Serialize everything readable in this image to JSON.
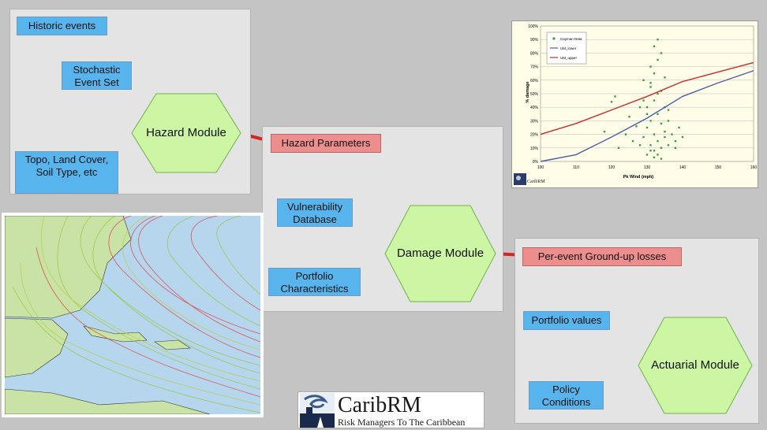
{
  "hazard": {
    "historic": "Historic events",
    "stochastic": "Stochastic\nEvent Set",
    "topo": "Topo, Land Cover,\nSoil Type, etc",
    "module": "Hazard Module"
  },
  "damage": {
    "parameters": "Hazard Parameters",
    "vulnerability": "Vulnerability\nDatabase",
    "portfolio_char": "Portfolio\nCharacteristics",
    "module": "Damage Module"
  },
  "actuarial": {
    "losses": "Per-event Ground-up losses",
    "portfolio_values": "Portfolio values",
    "policy": "Policy\nConditions",
    "module": "Actuarial Module"
  },
  "logo": {
    "brand": "CaribRM",
    "tagline": "Risk Managers To The Caribbean"
  },
  "colors": {
    "hexagon": "#ccf5a4",
    "blue_box": "#58b4ec",
    "red_box": "#ec8e8e",
    "connector_red": "#d42424"
  },
  "chart_data": {
    "type": "scatter",
    "xlabel": "Pk Wind (mph)",
    "ylabel": "% damage",
    "xlim": [
      100,
      160
    ],
    "ylim": [
      0,
      100
    ],
    "xticks": [
      "100",
      "110",
      "120",
      "130",
      "140",
      "150",
      "160"
    ],
    "yticks": [
      "0%",
      "10%",
      "20%",
      "30%",
      "40%",
      "50%",
      "60%",
      "70%",
      "80%",
      "90%",
      "100%"
    ],
    "grid": true,
    "legend_position": "top-left",
    "logo_text": "CaribRM",
    "series": [
      {
        "name": "Cayman Data",
        "kind": "scatter",
        "color": "#3aa23a",
        "x": [
          118,
          120,
          121,
          122,
          124,
          125,
          126,
          127,
          128,
          128,
          129,
          129,
          130,
          130,
          130,
          131,
          131,
          131,
          131,
          132,
          132,
          132,
          132,
          133,
          133,
          133,
          133,
          134,
          134,
          134,
          134,
          135,
          135,
          135,
          136,
          136,
          137,
          138,
          139,
          140,
          132,
          133,
          131,
          134,
          130,
          133,
          135,
          129,
          136,
          138,
          132,
          131
        ],
        "y": [
          22,
          44,
          48,
          10,
          20,
          33,
          15,
          26,
          40,
          12,
          18,
          60,
          5,
          25,
          40,
          12,
          30,
          55,
          70,
          8,
          20,
          45,
          65,
          15,
          35,
          75,
          90,
          10,
          28,
          52,
          80,
          18,
          40,
          62,
          12,
          30,
          20,
          15,
          25,
          18,
          3,
          5,
          8,
          2,
          35,
          50,
          22,
          45,
          38,
          10,
          85,
          58
        ]
      },
      {
        "name": "UM_lower",
        "kind": "line",
        "color": "#4a5fa8",
        "x": [
          100,
          110,
          120,
          130,
          140,
          150,
          160
        ],
        "y": [
          0,
          5,
          18,
          32,
          48,
          58,
          67
        ]
      },
      {
        "name": "UM_upper",
        "kind": "line",
        "color": "#cc2a2a",
        "x": [
          100,
          110,
          120,
          130,
          140,
          150,
          160
        ],
        "y": [
          20,
          28,
          38,
          48,
          59,
          66,
          73
        ]
      }
    ]
  }
}
